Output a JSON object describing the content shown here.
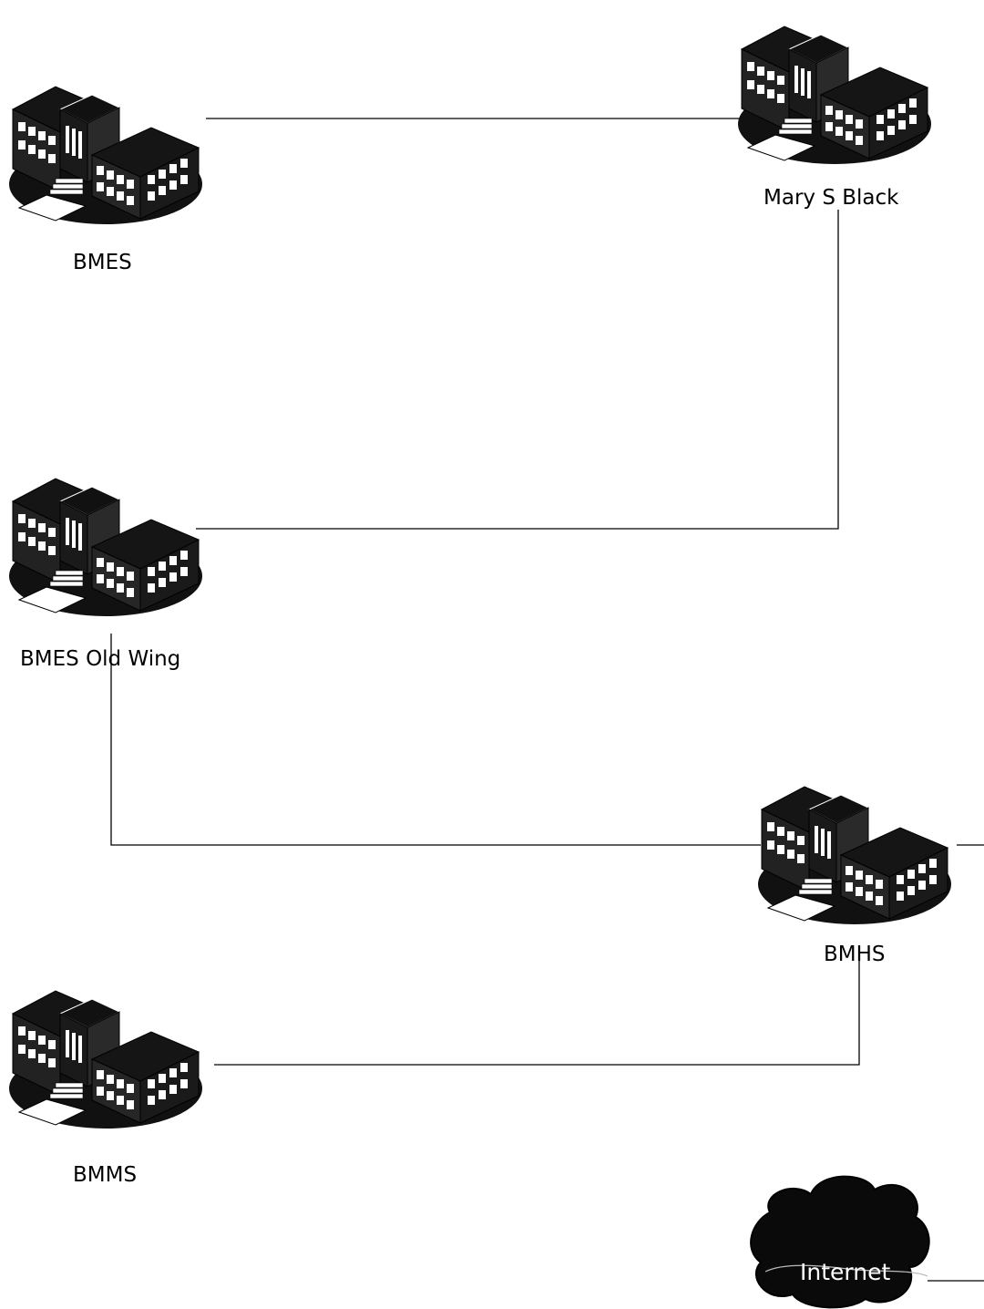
{
  "diagram": {
    "nodes": [
      {
        "id": "bmes",
        "label": "BMES",
        "icon": "school-building-icon"
      },
      {
        "id": "mary",
        "label": "Mary S Black",
        "icon": "school-building-icon"
      },
      {
        "id": "oldwing",
        "label": "BMES Old Wing",
        "icon": "school-building-icon"
      },
      {
        "id": "bmhs",
        "label": "BMHS",
        "icon": "school-building-icon"
      },
      {
        "id": "bmms",
        "label": "BMMS",
        "icon": "school-building-icon"
      },
      {
        "id": "internet",
        "label": "Internet",
        "icon": "internet-cloud-icon"
      }
    ],
    "edges": [
      {
        "from": "bmes",
        "to": "mary"
      },
      {
        "from": "mary",
        "to": "oldwing"
      },
      {
        "from": "oldwing",
        "to": "bmhs"
      },
      {
        "from": "bmhs",
        "to": "bmms"
      },
      {
        "from": "bmhs",
        "to": "offpage-right"
      },
      {
        "from": "internet",
        "to": "offpage-right"
      }
    ]
  },
  "colors": {
    "line": "#000000",
    "icon_dark": "#111111",
    "icon_light": "#ffffff",
    "cloud_fill": "#0a0a0a",
    "cloud_text": "#ffffff"
  }
}
